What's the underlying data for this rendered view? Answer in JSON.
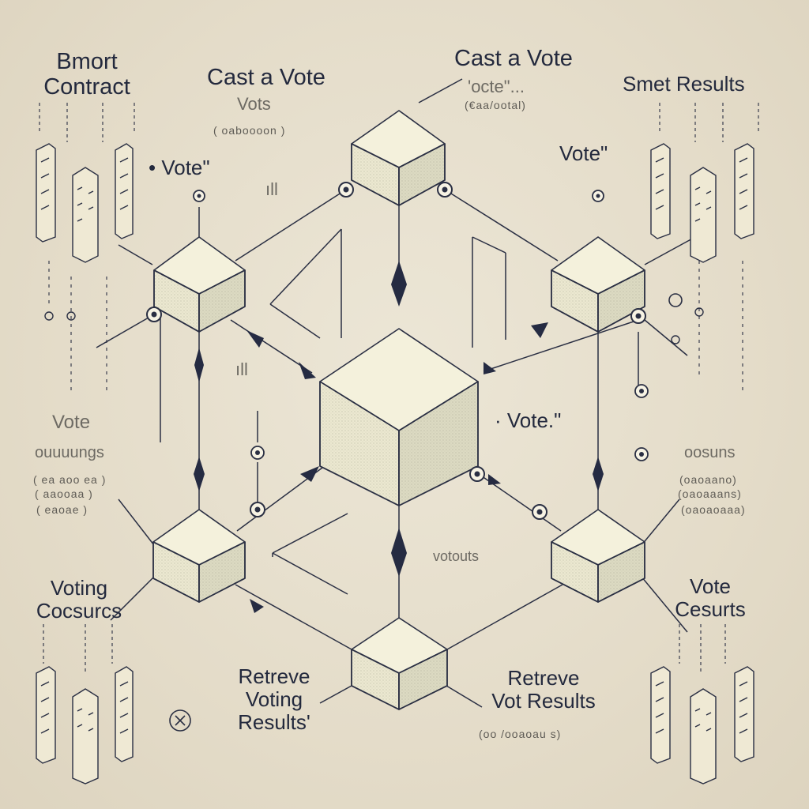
{
  "accent_colors": {
    "line": "#2a2f43",
    "cube_top": "#f4f1dc",
    "cube_left": "#ebe8d0",
    "cube_right": "#dcdac2",
    "background": "#e6dfcd"
  },
  "labels": {
    "top_left_title": [
      "Bmort",
      "Contract"
    ],
    "top_center_left_title": "Cast a Vote",
    "top_center_left_sub": "Vots",
    "top_center_left_note": "( oaboooon )",
    "top_center_title": "Cast a Vote",
    "top_center_sub": "'octe\"...",
    "top_center_note": "(€aa/ootal)",
    "top_right_title": "Smet Results",
    "vote_left": "• Vote\"",
    "vote_right": "Vote\"",
    "vote_center": "· Vote.\"",
    "left_mid_title": "Vote",
    "left_mid_sub": "ouuuungs",
    "left_mid_note1": "( ea aoo ea )",
    "left_mid_note2": "( aaooaa )",
    "left_mid_note3": "( eaoae )",
    "right_mid_sub": "oosuns",
    "right_mid_note1": "(oaoaano)",
    "right_mid_note2": "(oaoaaans)",
    "right_mid_note3": "(oaoaoaaa)",
    "center_small": "votouts",
    "bottom_left_title": [
      "Voting",
      "Cocsurcs"
    ],
    "bottom_right_title": [
      "Vote",
      "Cesurts"
    ],
    "bottom_center_left": [
      "Retreve",
      "Voting",
      "Results'"
    ],
    "bottom_center_right": [
      "Retreve",
      "Vot Results"
    ],
    "bottom_center_right_note": "(oo /ooaoau s)",
    "glyph_mark_left": "ıll",
    "glyph_mark_right": "ıll"
  },
  "icons": {
    "node_marker": "circle-dot-icon",
    "arrow_head": "diamond-arrow-icon",
    "ballot_stack": "ballot-columns-icon",
    "close_marker": "x-circle-icon"
  }
}
